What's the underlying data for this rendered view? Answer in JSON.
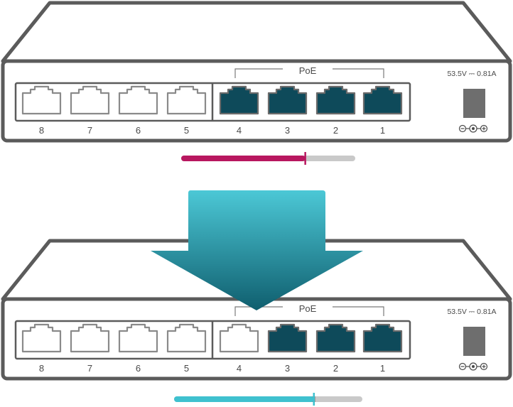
{
  "switches": [
    {
      "id": "top",
      "poe_label": "PoE",
      "power_rating": "53.5V ⎓ 0.81A",
      "power_symbol": "⊖-◐-⊕",
      "ports": [
        {
          "label": "8",
          "poe_active": false
        },
        {
          "label": "7",
          "poe_active": false
        },
        {
          "label": "6",
          "poe_active": false
        },
        {
          "label": "5",
          "poe_active": false
        },
        {
          "label": "4",
          "poe_active": true
        },
        {
          "label": "3",
          "poe_active": true
        },
        {
          "label": "2",
          "poe_active": true
        },
        {
          "label": "1",
          "poe_active": true
        }
      ],
      "power_bar": {
        "level": 0.72,
        "color": "#b8175f"
      }
    },
    {
      "id": "bottom",
      "poe_label": "PoE",
      "power_rating": "53.5V ⎓ 0.81A",
      "power_symbol": "⊖-◐-⊕",
      "ports": [
        {
          "label": "8",
          "poe_active": false
        },
        {
          "label": "7",
          "poe_active": false
        },
        {
          "label": "6",
          "poe_active": false
        },
        {
          "label": "5",
          "poe_active": false
        },
        {
          "label": "4",
          "poe_active": false
        },
        {
          "label": "3",
          "poe_active": true
        },
        {
          "label": "2",
          "poe_active": true
        },
        {
          "label": "1",
          "poe_active": true
        }
      ],
      "power_bar": {
        "level": 0.75,
        "color": "#3fc1cf"
      }
    }
  ],
  "colors": {
    "outline": "#5b5b5b",
    "poe_port_fill": "#0e4a5a",
    "bar_track": "#c9c9c9",
    "arrow_top": "#4cc8d6",
    "arrow_bottom": "#0f5e6e"
  }
}
